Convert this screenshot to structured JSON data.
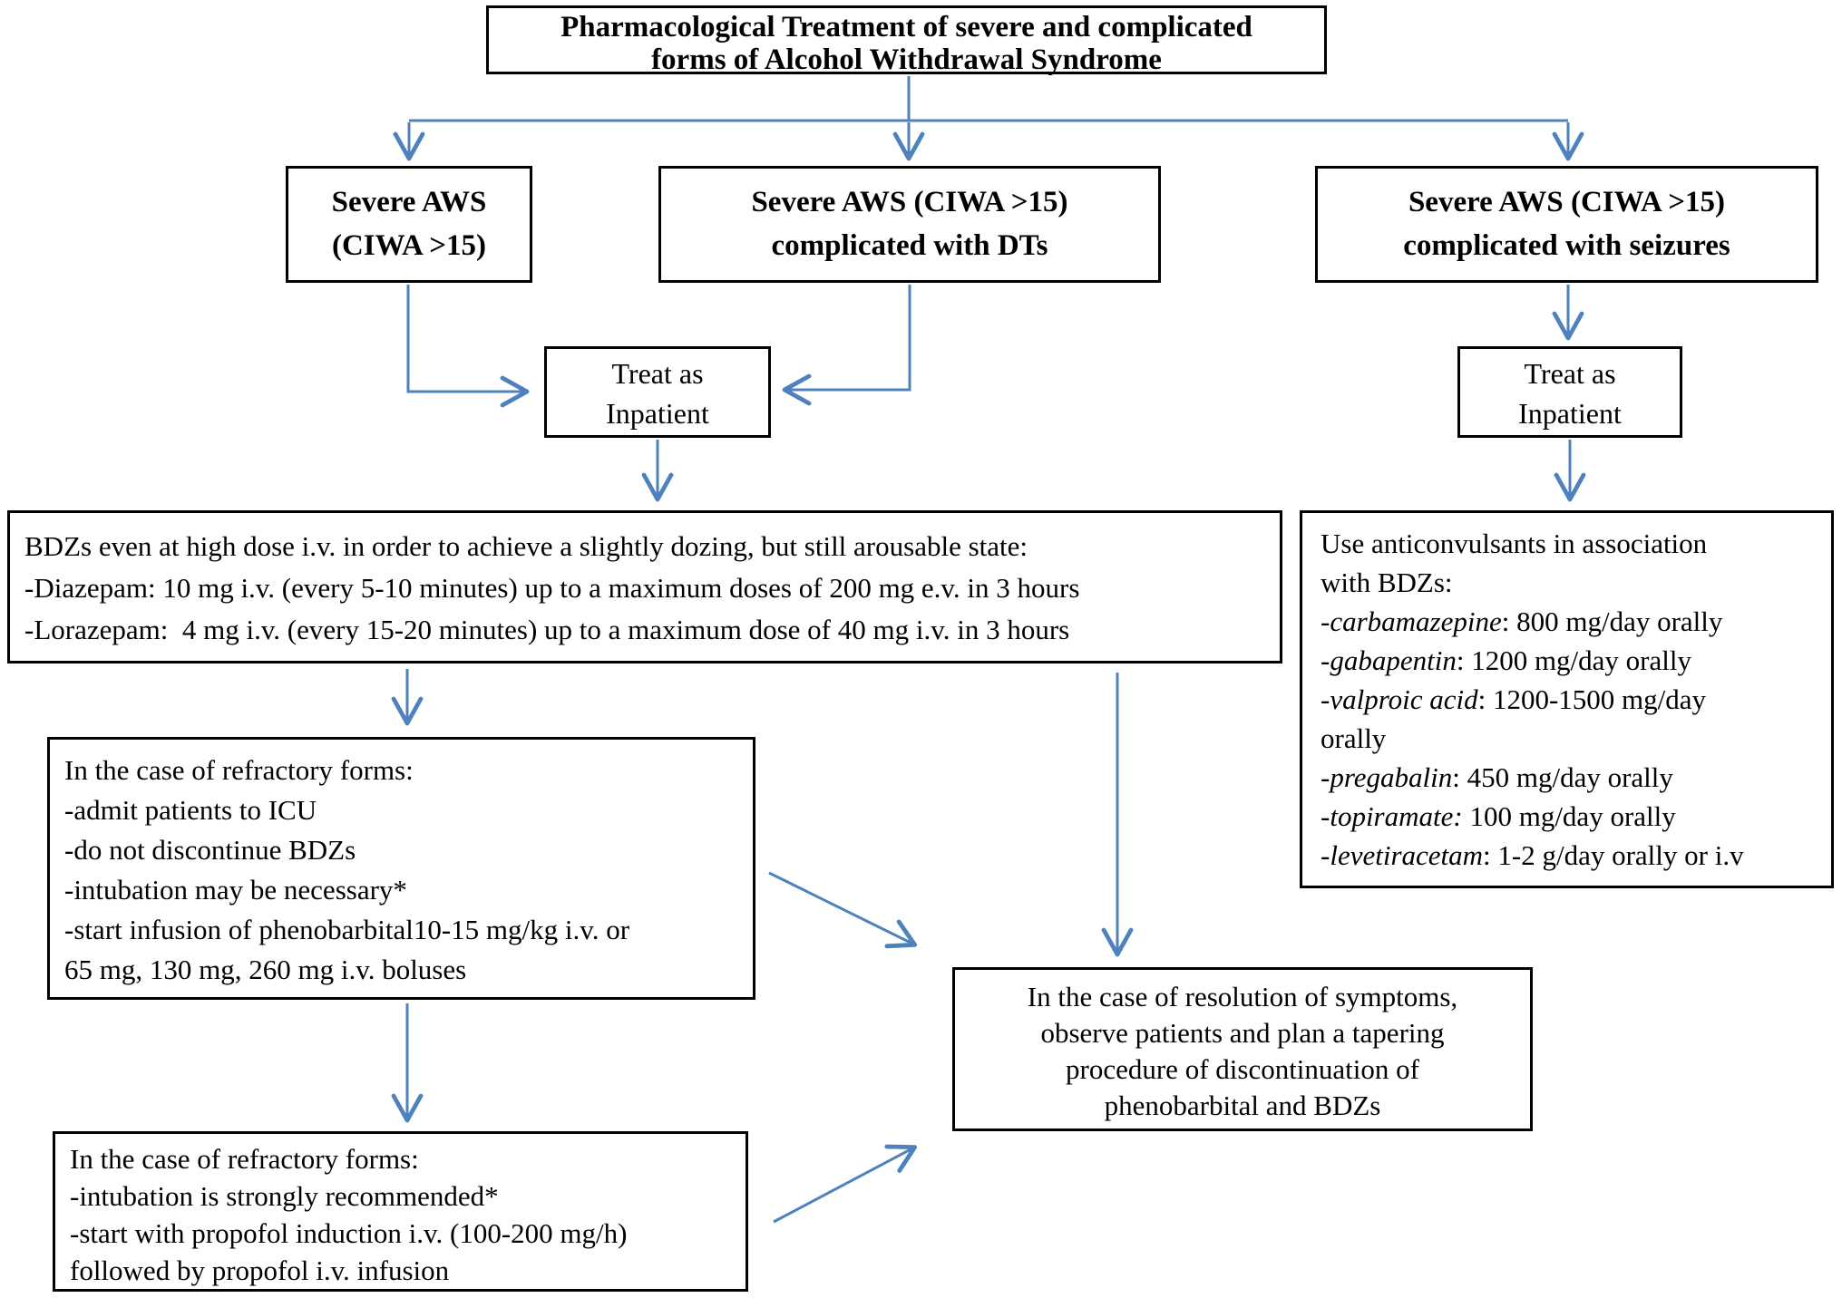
{
  "diagram": {
    "title": {
      "line1": "Pharmacological Treatment of severe and complicated",
      "line2": "forms of Alcohol Withdrawal Syndrome"
    },
    "severe_aws": {
      "line1": "Severe AWS",
      "line2": "(CIWA >15)"
    },
    "severe_dts": {
      "line1": "Severe AWS (CIWA >15)",
      "line2": "complicated with DTs"
    },
    "severe_seizures": {
      "line1": "Severe AWS (CIWA >15)",
      "line2": "complicated with seizures"
    },
    "treat_inpatient_left": {
      "line1": "Treat as",
      "line2": "Inpatient"
    },
    "treat_inpatient_right": {
      "line1": "Treat as",
      "line2": "Inpatient"
    },
    "bdz_protocol": {
      "line1": "BDZs even at high dose i.v. in order to achieve a slightly dozing, but still arousable state:",
      "line2": "-Diazepam: 10 mg i.v. (every 5-10 minutes) up to a maximum doses of 200 mg e.v. in 3 hours",
      "line3": "-Lorazepam:  4 mg i.v. (every 15-20 minutes) up to a maximum dose of 40 mg i.v. in 3 hours"
    },
    "anticonvulsants": {
      "intro_line1": "Use anticonvulsants in association",
      "intro_line2": "with BDZs:",
      "drug_lines": [
        {
          "prefix": "-",
          "name": "carbamazepine",
          "rest": ": 800 mg/day orally"
        },
        {
          "prefix": "-",
          "name": "gabapentin",
          "rest": ": 1200 mg/day orally"
        },
        {
          "prefix": "-",
          "name": "valproic acid",
          "rest": ": 1200-1500 mg/day"
        },
        {
          "prefix": "",
          "name": "",
          "rest": "orally"
        },
        {
          "prefix": "-",
          "name": "pregabalin",
          "rest": ": 450 mg/day orally"
        },
        {
          "prefix": "-",
          "name": "topiramate:",
          "rest": " 100 mg/day orally"
        },
        {
          "prefix": "-",
          "name": "levetiracetam",
          "rest": ": 1-2 g/day orally or i.v"
        }
      ]
    },
    "refractory_icu": {
      "line1": "In the case of refractory forms:",
      "line2": "-admit patients to ICU",
      "line3": "-do not discontinue BDZs",
      "line4": "-intubation may be necessary*",
      "line5": "-start infusion of phenobarbital10-15 mg/kg i.v. or",
      "line6": "65 mg, 130 mg, 260 mg i.v. boluses"
    },
    "resolution": {
      "line1": "In the case of resolution of symptoms,",
      "line2": "observe patients and plan a tapering",
      "line3": "procedure of discontinuation of",
      "line4": "phenobarbital and BDZs"
    },
    "refractory_propofol": {
      "line1": "In the case of refractory forms:",
      "line2": "-intubation is strongly recommended*",
      "line3": "-start with propofol induction i.v. (100-200 mg/h)",
      "line4": "followed by propofol i.v. infusion"
    },
    "colors": {
      "arrow_accent": "#4f81bd",
      "box_border": "#000000",
      "background": "#ffffff"
    }
  }
}
